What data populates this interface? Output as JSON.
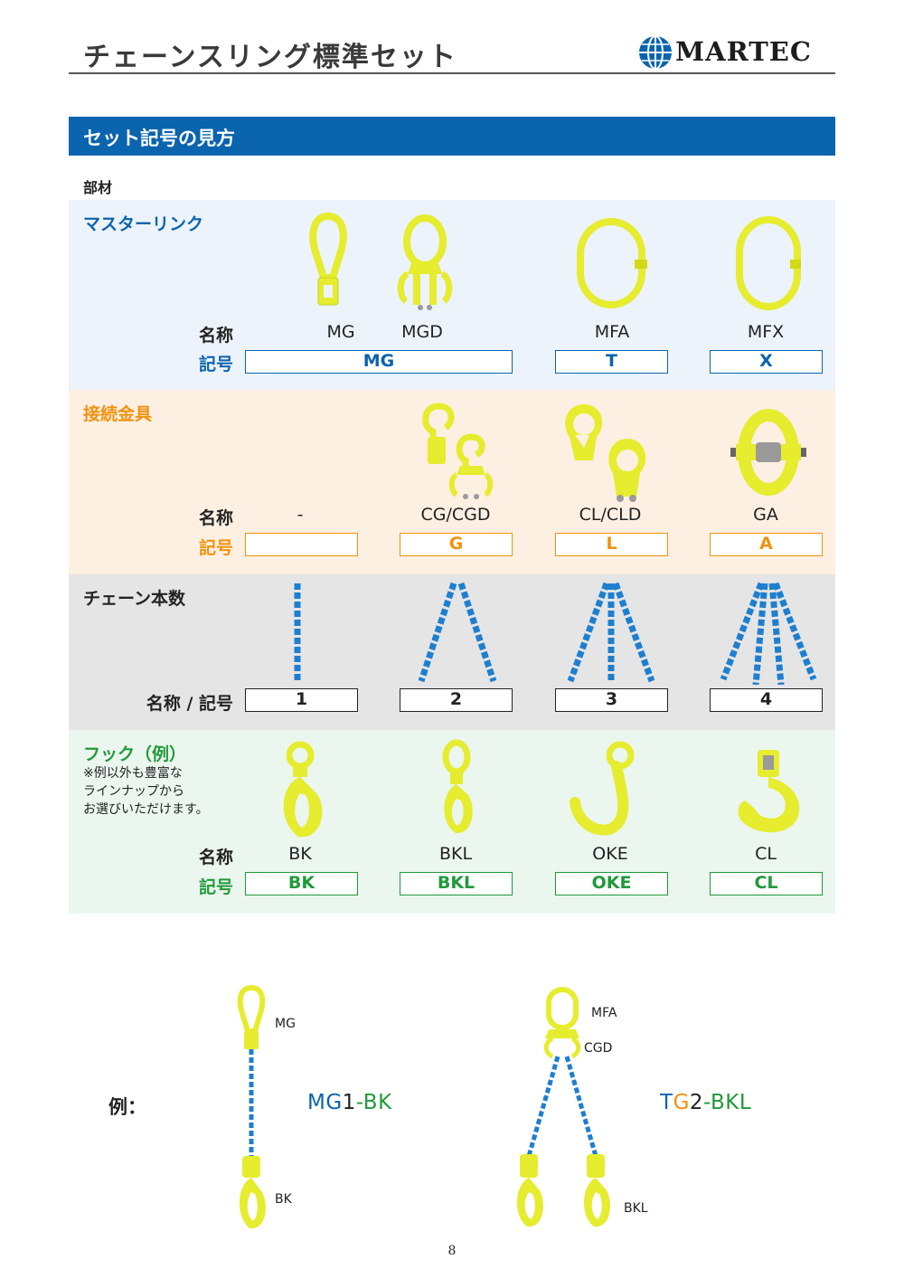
{
  "header": {
    "title": "チェーンスリング標準セット",
    "logo_text": "MARTEC"
  },
  "section": {
    "title": "セット記号の見方"
  },
  "parts_label": "部材",
  "labels": {
    "name": "名称",
    "code": "記号",
    "name_code": "名称 / 記号"
  },
  "master_link": {
    "title": "マスターリンク",
    "names": [
      "MG",
      "MGD",
      "MFA",
      "MFX"
    ],
    "codes": [
      "MG",
      "T",
      "X"
    ]
  },
  "connector": {
    "title": "接続金具",
    "names": [
      "-",
      "CG/CGD",
      "CL/CLD",
      "GA"
    ],
    "codes": [
      "",
      "G",
      "L",
      "A"
    ]
  },
  "chain": {
    "title": "チェーン本数",
    "codes": [
      "1",
      "2",
      "3",
      "4"
    ]
  },
  "hook": {
    "title": "フック（例）",
    "note": [
      "※例以外も豊富な",
      "ラインナップから",
      "お選びいただけます。"
    ],
    "names": [
      "BK",
      "BKL",
      "OKE",
      "CL"
    ],
    "codes": [
      "BK",
      "BKL",
      "OKE",
      "CL"
    ]
  },
  "example": {
    "label": "例：",
    "ex1": {
      "parts": [
        "MG",
        "1",
        "-",
        "BK"
      ],
      "callouts": [
        "MG",
        "BK"
      ]
    },
    "ex2": {
      "parts": [
        "T",
        "G",
        "2",
        "-",
        "BKL"
      ],
      "callouts": [
        "MFA",
        "CGD",
        "BKL"
      ]
    }
  },
  "page_number": "8",
  "colors": {
    "blue": "#0a64ae",
    "orange": "#f0920f",
    "green": "#1f9a3a",
    "dark": "#222222",
    "yellow": "#e9ef33",
    "chain": "#1d7fd0"
  }
}
